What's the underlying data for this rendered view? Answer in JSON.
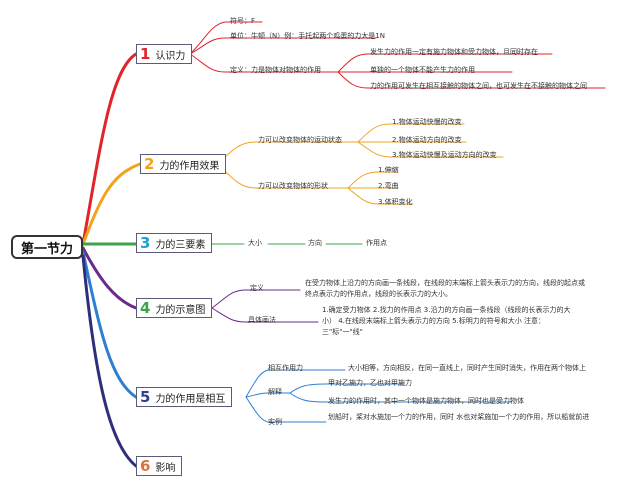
{
  "root": {
    "label": "第一节力"
  },
  "topics": [
    {
      "num": "1",
      "label": "认识力",
      "color": "#e0242a"
    },
    {
      "num": "2",
      "label": "力的作用效果",
      "color": "#f2a31b"
    },
    {
      "num": "3",
      "label": "力的三要素",
      "color": "#1e9fd6"
    },
    {
      "num": "4",
      "label": "力的示意图",
      "color": "#3aa64a"
    },
    {
      "num": "5",
      "label": "力的作用是相互",
      "color": "#2e3f8f"
    },
    {
      "num": "6",
      "label": "影响",
      "color": "#e2703a"
    }
  ],
  "t1": {
    "symbol": "符号：F",
    "unit": "单位：牛顿（N）例：手托起两个鸡蛋的力大是1N",
    "definition": "定义：力是物体对物体的作用",
    "def_items": [
      "发生力的作用一定有施力物体和受力物体，且同时存在",
      "单独的一个物体不能产生力的作用",
      "力的作用可发生在相互接触的物体之间，也可发生在不接触的物体之间"
    ]
  },
  "t2": {
    "motion": "力可以改变物体的运动状态",
    "motion_items": [
      "1.物体运动快慢的改变",
      "2.物体运动方向的改变",
      "3.物体运动快慢及运动方向的改变"
    ],
    "shape": "力可以改变物体的形状",
    "shape_items": [
      "1.伸缩",
      "2.弯曲",
      "3.体积变化"
    ]
  },
  "t3": {
    "items": [
      "大小",
      "方向",
      "作用点"
    ]
  },
  "t4": {
    "definition": "定义",
    "def_text": "在受力物体上沿力的方向画一条线段，在线段的末端标上箭头表示力的方向，线段的起点或终点表示力的作用点，线段的长表示力的大小。",
    "method": "具体画法",
    "method_text": "1.确定受力物体 2.找力的作用点 3.沿力的方向画一条线段（线段的长表示力的大小） 4.在线段末端标上箭头表示力的方向 5.标明力的符号和大小 注意：三\"标\"一\"线\""
  },
  "t5": {
    "mutual": "相互作用力",
    "mutual_text": "大小相等，方向相反，在同一直线上，同时产生同时消失，作用在两个物体上",
    "explain": "解释",
    "explain_items": [
      "甲对乙施力，乙也对甲施力",
      "发生力的作用时，其中一个物体是施力物体，同时也是受力物体"
    ],
    "example": "实例",
    "example_text": "划船时，桨对水施加一个力的作用，同时 水也对桨施加一个力的作用，所以船就前进"
  }
}
